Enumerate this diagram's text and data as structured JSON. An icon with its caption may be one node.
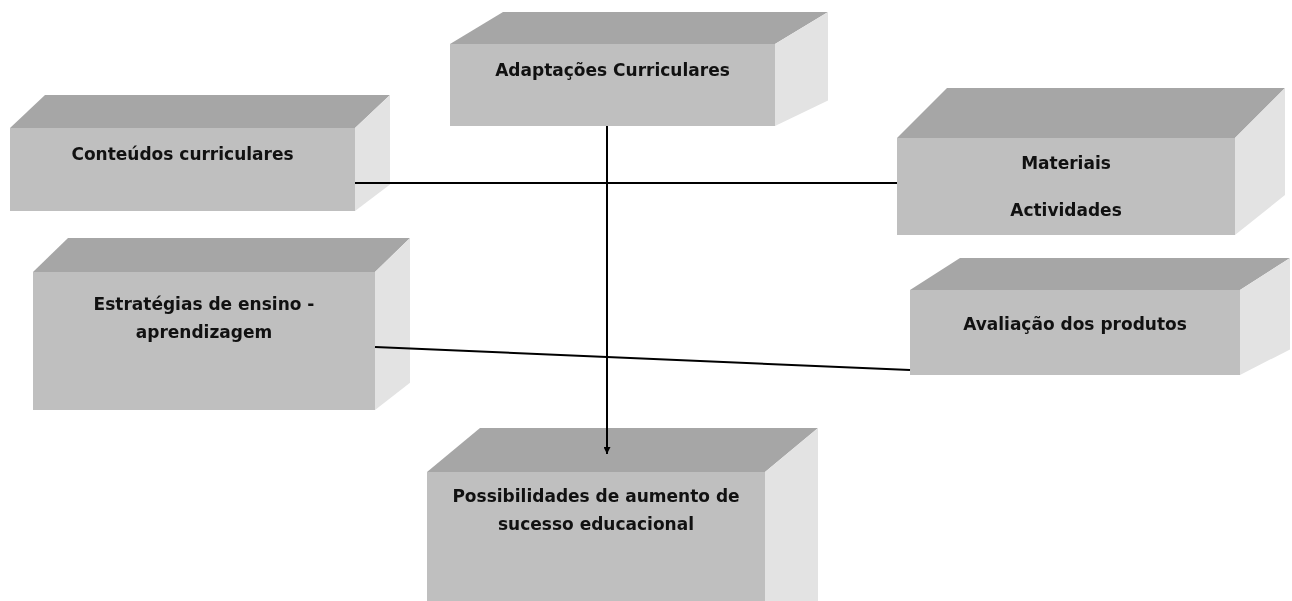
{
  "diagram": {
    "nodes": [
      {
        "text": [
          "Adaptações Curriculares"
        ]
      },
      {
        "text": [
          "Conteúdos curriculares"
        ]
      },
      {
        "text": [
          "Materiais",
          "Actividades"
        ]
      },
      {
        "text": [
          "Estratégias de ensino - aprendizagem"
        ]
      },
      {
        "text": [
          "Avaliação dos produtos"
        ]
      },
      {
        "text": [
          "Possibilidades de aumento de sucesso educacional"
        ]
      }
    ],
    "edges": [
      {
        "from": 1,
        "to": 2,
        "arrow": "none"
      },
      {
        "from": 3,
        "to": 4,
        "arrow": "none"
      },
      {
        "from": 0,
        "to": 5,
        "arrow": "to"
      }
    ]
  }
}
